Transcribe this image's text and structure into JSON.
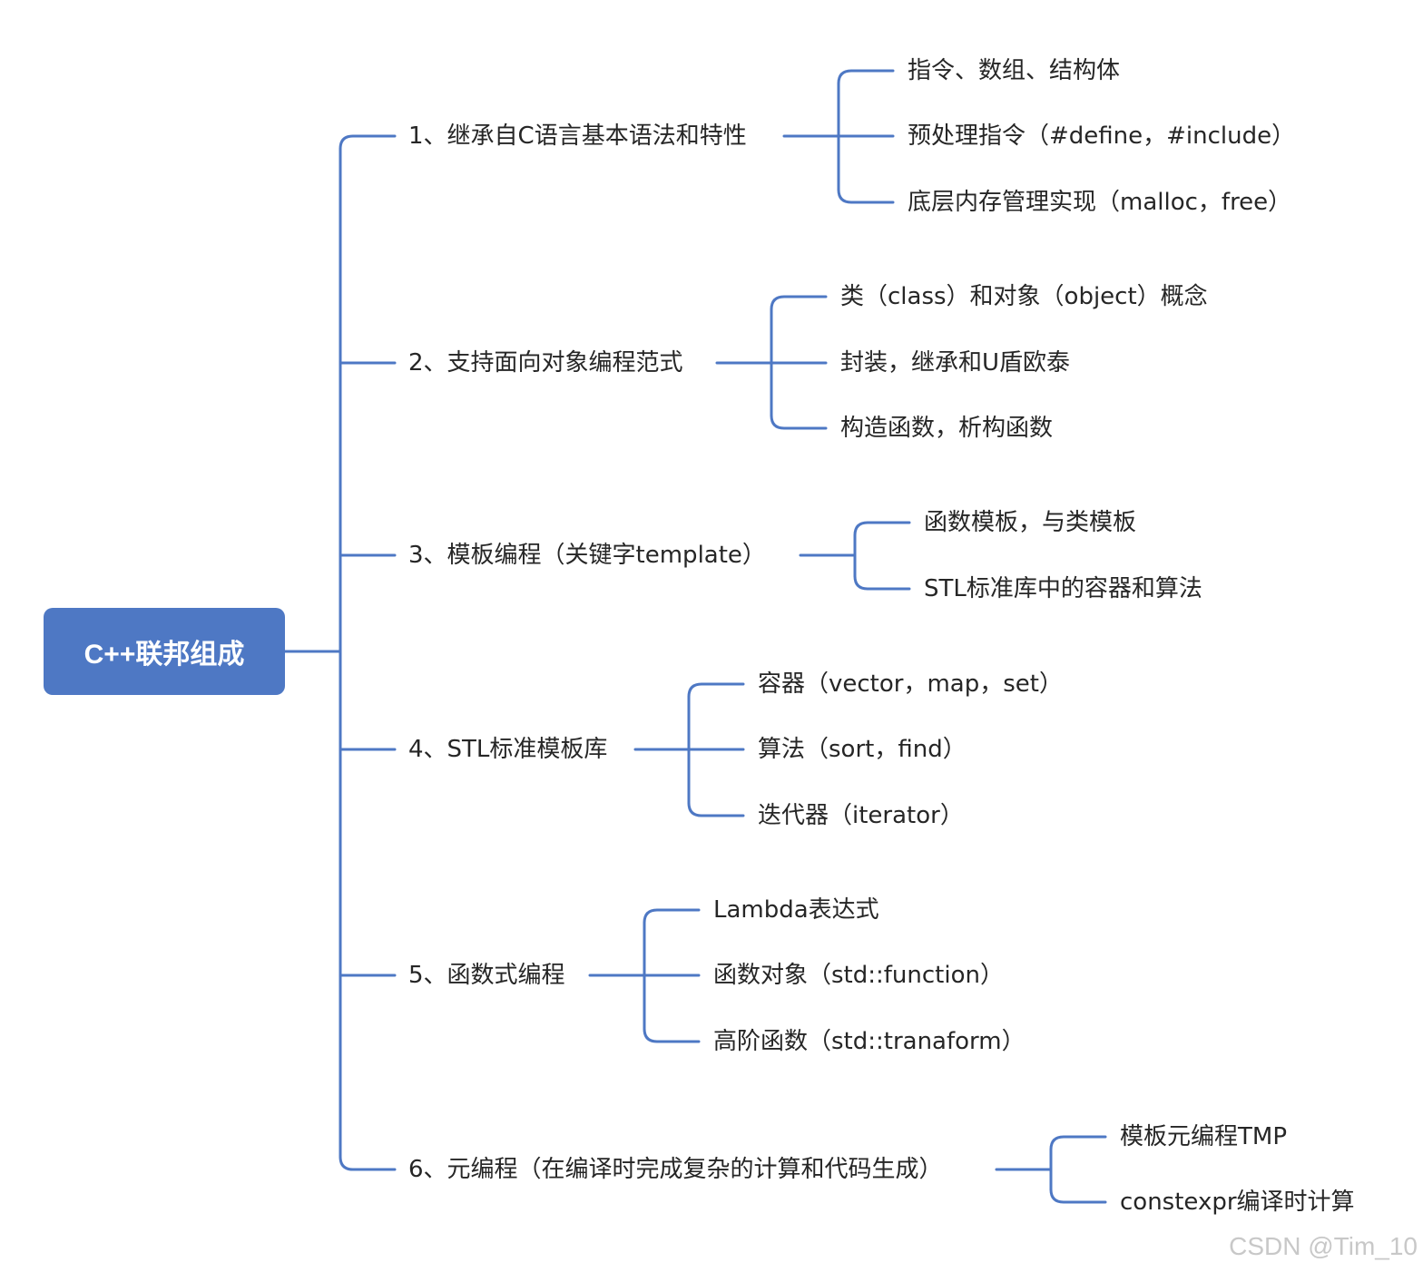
{
  "root": {
    "label": "C++联邦组成"
  },
  "branches": [
    {
      "label": "1、继承自C语言基本语法和特性",
      "children": [
        "指令、数组、结构体",
        "预处理指令（#define，#include）",
        "底层内存管理实现（malloc，free）"
      ]
    },
    {
      "label": "2、支持面向对象编程范式",
      "children": [
        "类（class）和对象（object）概念",
        "封装，继承和U盾欧泰",
        "构造函数，析构函数"
      ]
    },
    {
      "label": "3、模板编程（关键字template）",
      "children": [
        "函数模板，与类模板",
        "STL标准库中的容器和算法"
      ]
    },
    {
      "label": "4、STL标准模板库",
      "children": [
        "容器（vector，map，set）",
        "算法（sort，find）",
        "迭代器（iterator）"
      ]
    },
    {
      "label": "5、函数式编程",
      "children": [
        "Lambda表达式",
        "函数对象（std::function）",
        "高阶函数（std::tranaform）"
      ]
    },
    {
      "label": "6、元编程（在编译时完成复杂的计算和代码生成）",
      "children": [
        "模板元编程TMP",
        "constexpr编译时计算"
      ]
    }
  ],
  "watermark": "CSDN @Tim_10",
  "colors": {
    "line": "#4e78c4",
    "root_fill": "#4e78c4",
    "text": "#262626"
  }
}
